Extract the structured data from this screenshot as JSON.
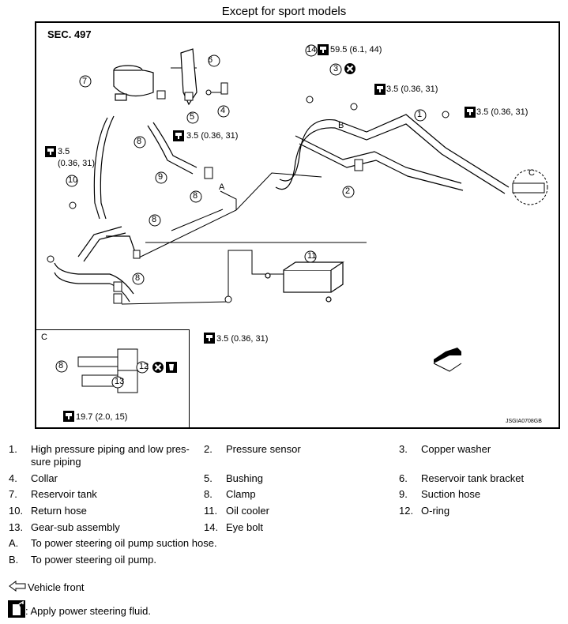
{
  "title": "Except for sport models",
  "section": "SEC. 497",
  "figure_id": "JSGIA0708GB",
  "inset_letter": "C",
  "callout_letters": {
    "a": "A",
    "b": "B",
    "c": "C"
  },
  "callout_numbers": [
    "1",
    "2",
    "3",
    "4",
    "5",
    "6",
    "7",
    "8",
    "9",
    "10",
    "11",
    "12",
    "13",
    "14"
  ],
  "torques": {
    "t1": "3.5",
    "t1b": "(0.36, 31)",
    "t2": "3.5 (0.36, 31)",
    "t3": "59.5 (6.1, 44)",
    "t4": "3.5 (0.36, 31)",
    "t5": "3.5 (0.36, 31)",
    "t6": "3.5 (0.36, 31)",
    "t7": "19.7 (2.0, 15)"
  },
  "legend": [
    {
      "num": "1.",
      "text": "High pressure piping and low pres-",
      "text2": "sure piping"
    },
    {
      "num": "2.",
      "text": "Pressure sensor"
    },
    {
      "num": "3.",
      "text": "Copper washer"
    },
    {
      "num": "4.",
      "text": "Collar"
    },
    {
      "num": "5.",
      "text": "Bushing"
    },
    {
      "num": "6.",
      "text": "Reservoir tank bracket"
    },
    {
      "num": "7.",
      "text": "Reservoir tank"
    },
    {
      "num": "8.",
      "text": "Clamp"
    },
    {
      "num": "9.",
      "text": "Suction hose"
    },
    {
      "num": "10.",
      "text": "Return hose"
    },
    {
      "num": "11.",
      "text": "Oil cooler"
    },
    {
      "num": "12.",
      "text": "O-ring"
    },
    {
      "num": "13.",
      "text": "Gear-sub assembly"
    },
    {
      "num": "14.",
      "text": "Eye bolt"
    }
  ],
  "notes": [
    {
      "num": "A.",
      "text": "To power steering oil pump suction hose."
    },
    {
      "num": "B.",
      "text": "To power steering oil pump."
    }
  ],
  "symbols": {
    "vehicle_front": "Vehicle front",
    "apply_fluid": ": Apply power steering fluid."
  }
}
